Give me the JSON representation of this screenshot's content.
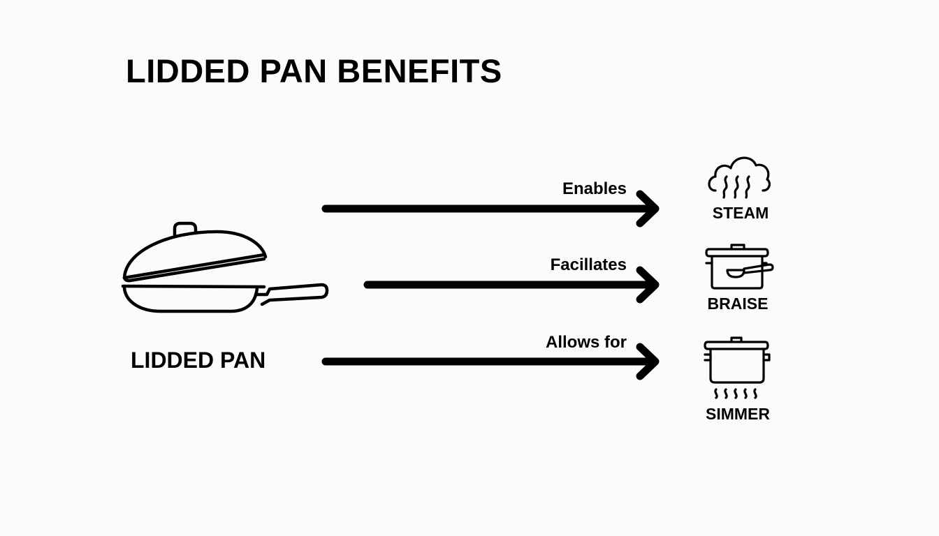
{
  "title": "LIDDED PAN BENEFITS",
  "source": {
    "label": "LIDDED PAN",
    "icon": "lidded-pan-icon"
  },
  "relations": [
    {
      "label": "Enables",
      "target": "STEAM",
      "icon": "steam-cloud-icon"
    },
    {
      "label": "Facillates",
      "target": "BRAISE",
      "icon": "braise-pot-icon"
    },
    {
      "label": "Allows for",
      "target": "SIMMER",
      "icon": "simmer-pot-icon"
    }
  ],
  "colors": {
    "background": "#fbfbfb",
    "ink": "#000000"
  }
}
